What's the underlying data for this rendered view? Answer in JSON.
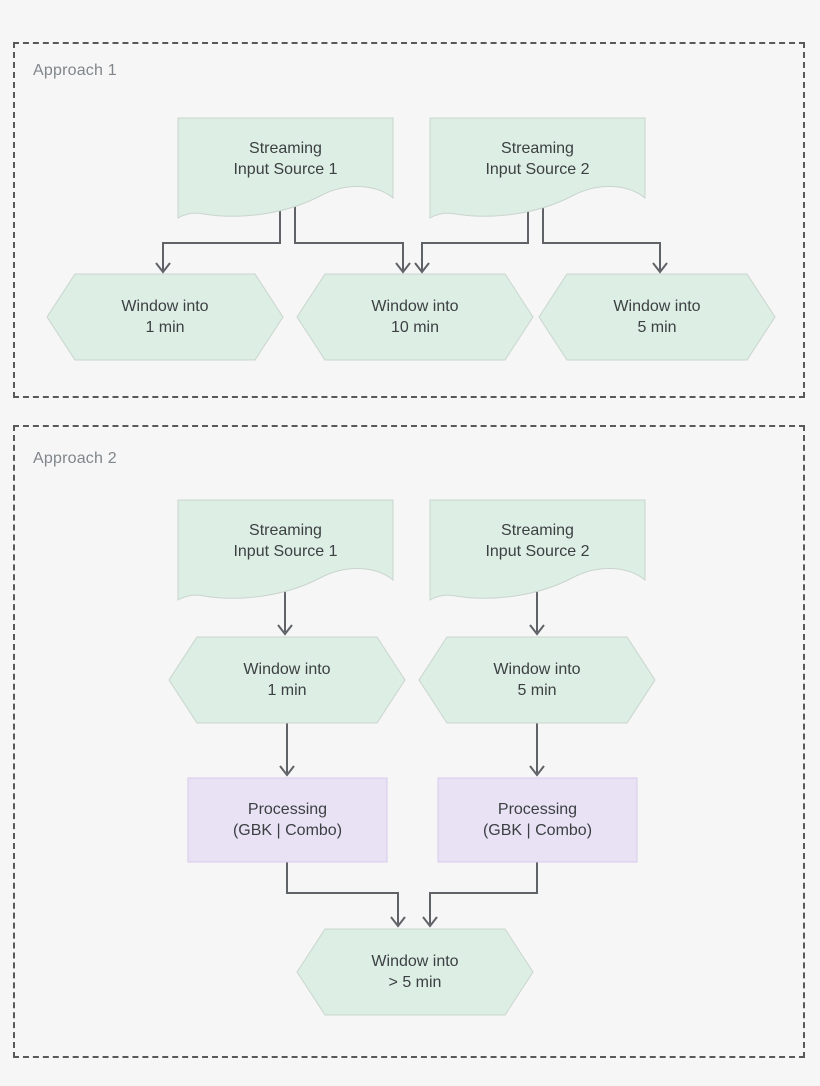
{
  "colors": {
    "page_bg": "#f6f6f6",
    "green_fill": "#ddeee5",
    "green_border": "#c9d5cd",
    "purple_fill": "#e9e2f5",
    "purple_border": "#d7cbea",
    "arrow": "#5f6368",
    "text": "#3c4043",
    "muted": "#80868b",
    "dash": "#58595b"
  },
  "approach1": {
    "label": "Approach 1",
    "nodes": {
      "source1": {
        "label": "Streaming\nInput Source 1",
        "shape": "document"
      },
      "source2": {
        "label": "Streaming\nInput Source 2",
        "shape": "document"
      },
      "window1": {
        "label": "Window into\n1 min",
        "shape": "hexagon"
      },
      "window10": {
        "label": "Window into\n10 min",
        "shape": "hexagon"
      },
      "window5": {
        "label": "Window into\n5 min",
        "shape": "hexagon"
      }
    }
  },
  "approach2": {
    "label": "Approach 2",
    "nodes": {
      "source1": {
        "label": "Streaming\nInput Source 1",
        "shape": "document"
      },
      "source2": {
        "label": "Streaming\nInput Source 2",
        "shape": "document"
      },
      "window1": {
        "label": "Window into\n1 min",
        "shape": "hexagon"
      },
      "window5": {
        "label": "Window into\n5 min",
        "shape": "hexagon"
      },
      "processing1": {
        "label": "Processing\n(GBK | Combo)",
        "shape": "rectangle"
      },
      "processing2": {
        "label": "Processing\n(GBK | Combo)",
        "shape": "rectangle"
      },
      "window_gt5": {
        "label": "Window into\n> 5 min",
        "shape": "hexagon"
      }
    }
  }
}
